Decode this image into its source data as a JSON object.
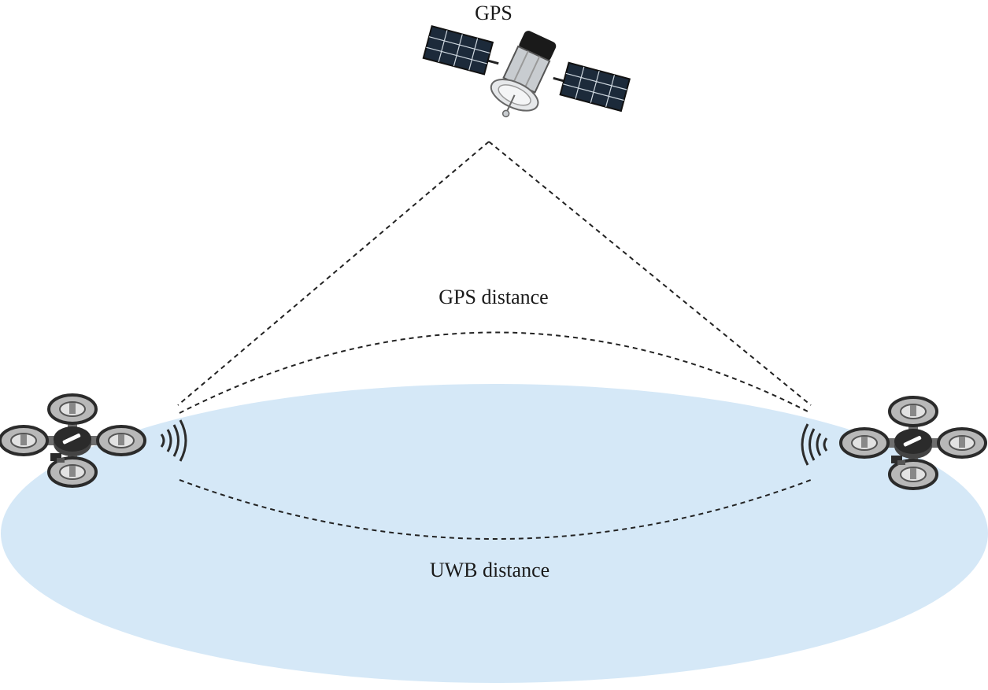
{
  "labels": {
    "gps": "GPS",
    "gps_distance": "GPS distance",
    "uwb_distance": "UWB distance"
  },
  "colors": {
    "coverage_fill": "#d5e8f7",
    "dashed_line": "#222222",
    "drone_body": "#2b2b2b",
    "propeller": "#9a9a9a",
    "solar_panel": "#1c2a3a"
  },
  "icons": {
    "satellite": "satellite-icon",
    "drone": "drone-icon",
    "uwb_signal": "signal-waves-icon"
  }
}
